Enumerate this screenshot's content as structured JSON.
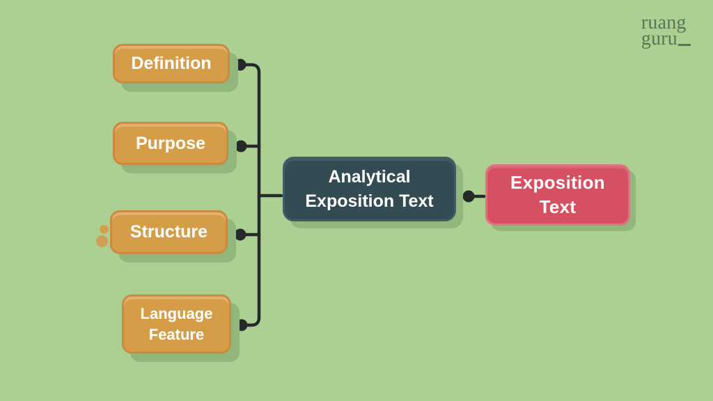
{
  "colors": {
    "bg": "#ABD091",
    "line": "#26292A",
    "branch_fill": "#D69D48",
    "branch_border": "#CB8A40",
    "center_fill": "#334B52",
    "center_border": "#3F5D66",
    "result_fill": "#D55062",
    "result_border": "#DE7482",
    "shadow": "#92B77C",
    "text": "#FFFFFF",
    "logo": "#5E7355",
    "deco_small": "#D4A14F",
    "deco_big": "#D0A058"
  },
  "logo": {
    "line1": "ruang",
    "line2": "guru"
  },
  "nodes": {
    "branches": [
      {
        "id": "definition",
        "lines": [
          "Definition"
        ]
      },
      {
        "id": "purpose",
        "lines": [
          "Purpose"
        ]
      },
      {
        "id": "structure",
        "lines": [
          "Structure"
        ]
      },
      {
        "id": "language-feature",
        "lines": [
          "Language",
          "Feature"
        ]
      }
    ],
    "center": {
      "lines": [
        "Analytical",
        "Exposition Text"
      ]
    },
    "result": {
      "lines": [
        "Exposition",
        "Text"
      ]
    }
  }
}
